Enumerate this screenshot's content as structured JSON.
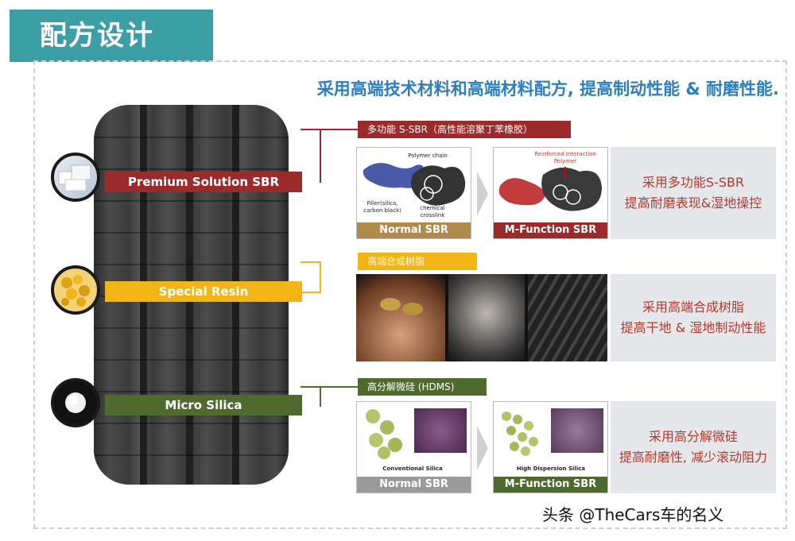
{
  "header": {
    "title": "配方设计"
  },
  "subtitle": "采用高端技术材料和高端材料配方, 提高制动性能 & 耐磨性能.",
  "components": [
    {
      "label": "Premium Solution SBR",
      "color": "#9b2b2b",
      "tag": "多功能 S-SBR（高性能溶聚丁苯橡胶）",
      "benefit_line1": "采用多功能S-SBR",
      "benefit_line2": "提高耐磨表现&湿地操控",
      "benefit_color": "#b03a2e"
    },
    {
      "label": "Special Resin",
      "color": "#f2b417",
      "tag": "高端合成树脂",
      "benefit_line1": "采用高端合成树脂",
      "benefit_line2": "提高干地 & 湿地制动性能",
      "benefit_color": "#b03a2e"
    },
    {
      "label": "Micro Silica",
      "color": "#4e6a2c",
      "tag": "高分解微硅 (HDMS)",
      "benefit_line1": "采用高分解微硅",
      "benefit_line2": "提高耐磨性, 减少滚动阻力",
      "benefit_color": "#b03a2e"
    }
  ],
  "sbr_panels": {
    "normal_label": "Normal SBR",
    "mfunction_label": "M-Function SBR",
    "polymer_chain": "Polymer chain",
    "filler": "Filler(silica, carbon black)",
    "chemical_crosslink": "chemical crosslink",
    "reinforced": "Reinforced Interaction Polymer"
  },
  "silica_panels": {
    "normal_label": "Normal SBR",
    "mfunction_label": "M-Function SBR",
    "conventional": "Conventional Silica",
    "high_dispersion": "High Dispersion Silica"
  },
  "watermark": "头条 @TheCars车的名义"
}
